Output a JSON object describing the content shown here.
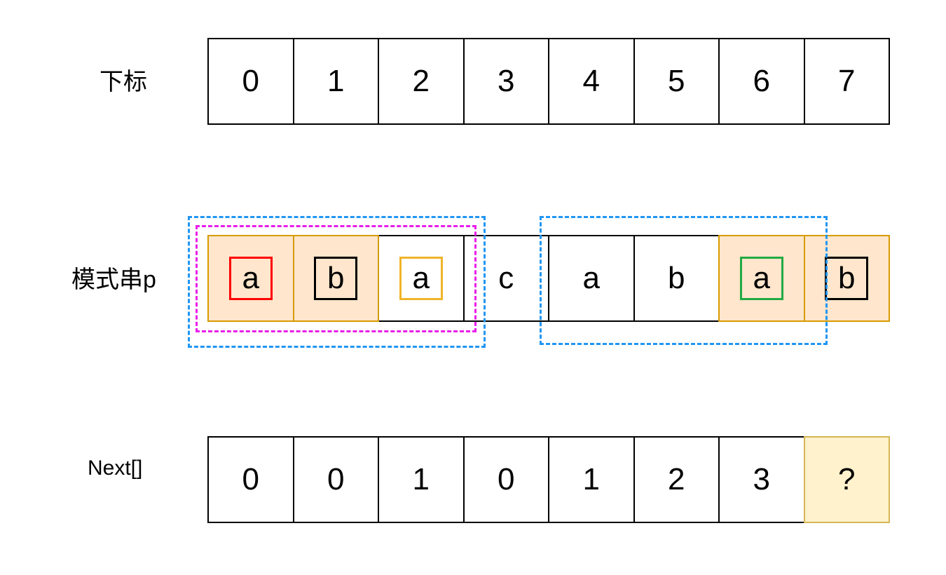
{
  "labels": {
    "index": "下标",
    "pattern": "模式串p",
    "next": "Next[]"
  },
  "index_row": [
    "0",
    "1",
    "2",
    "3",
    "4",
    "5",
    "6",
    "7"
  ],
  "pattern_row": [
    "a",
    "b",
    "a",
    "c",
    "a",
    "b",
    "a",
    "b"
  ],
  "next_row": [
    "0",
    "0",
    "1",
    "0",
    "1",
    "2",
    "3",
    "?"
  ],
  "colors": {
    "highlight_fill": "#ffe6cc",
    "highlight_border": "#d79b00",
    "question_fill": "#fff2cc",
    "question_border": "#d6b656",
    "red": "#ff0000",
    "gold": "#f0b429",
    "green": "#22aa44",
    "black": "#000000",
    "blue_dash": "#2196f3",
    "magenta_dash": "#e91ee9"
  },
  "pattern_style": [
    {
      "fill": "highlight",
      "inner": "red"
    },
    {
      "fill": "highlight",
      "inner": "black"
    },
    {
      "fill": "none",
      "inner": "gold"
    },
    {
      "fill": "none",
      "inner": "none"
    },
    {
      "fill": "none",
      "inner": "none"
    },
    {
      "fill": "none",
      "inner": "none"
    },
    {
      "fill": "highlight",
      "inner": "green"
    },
    {
      "fill": "highlight",
      "inner": "black"
    }
  ]
}
